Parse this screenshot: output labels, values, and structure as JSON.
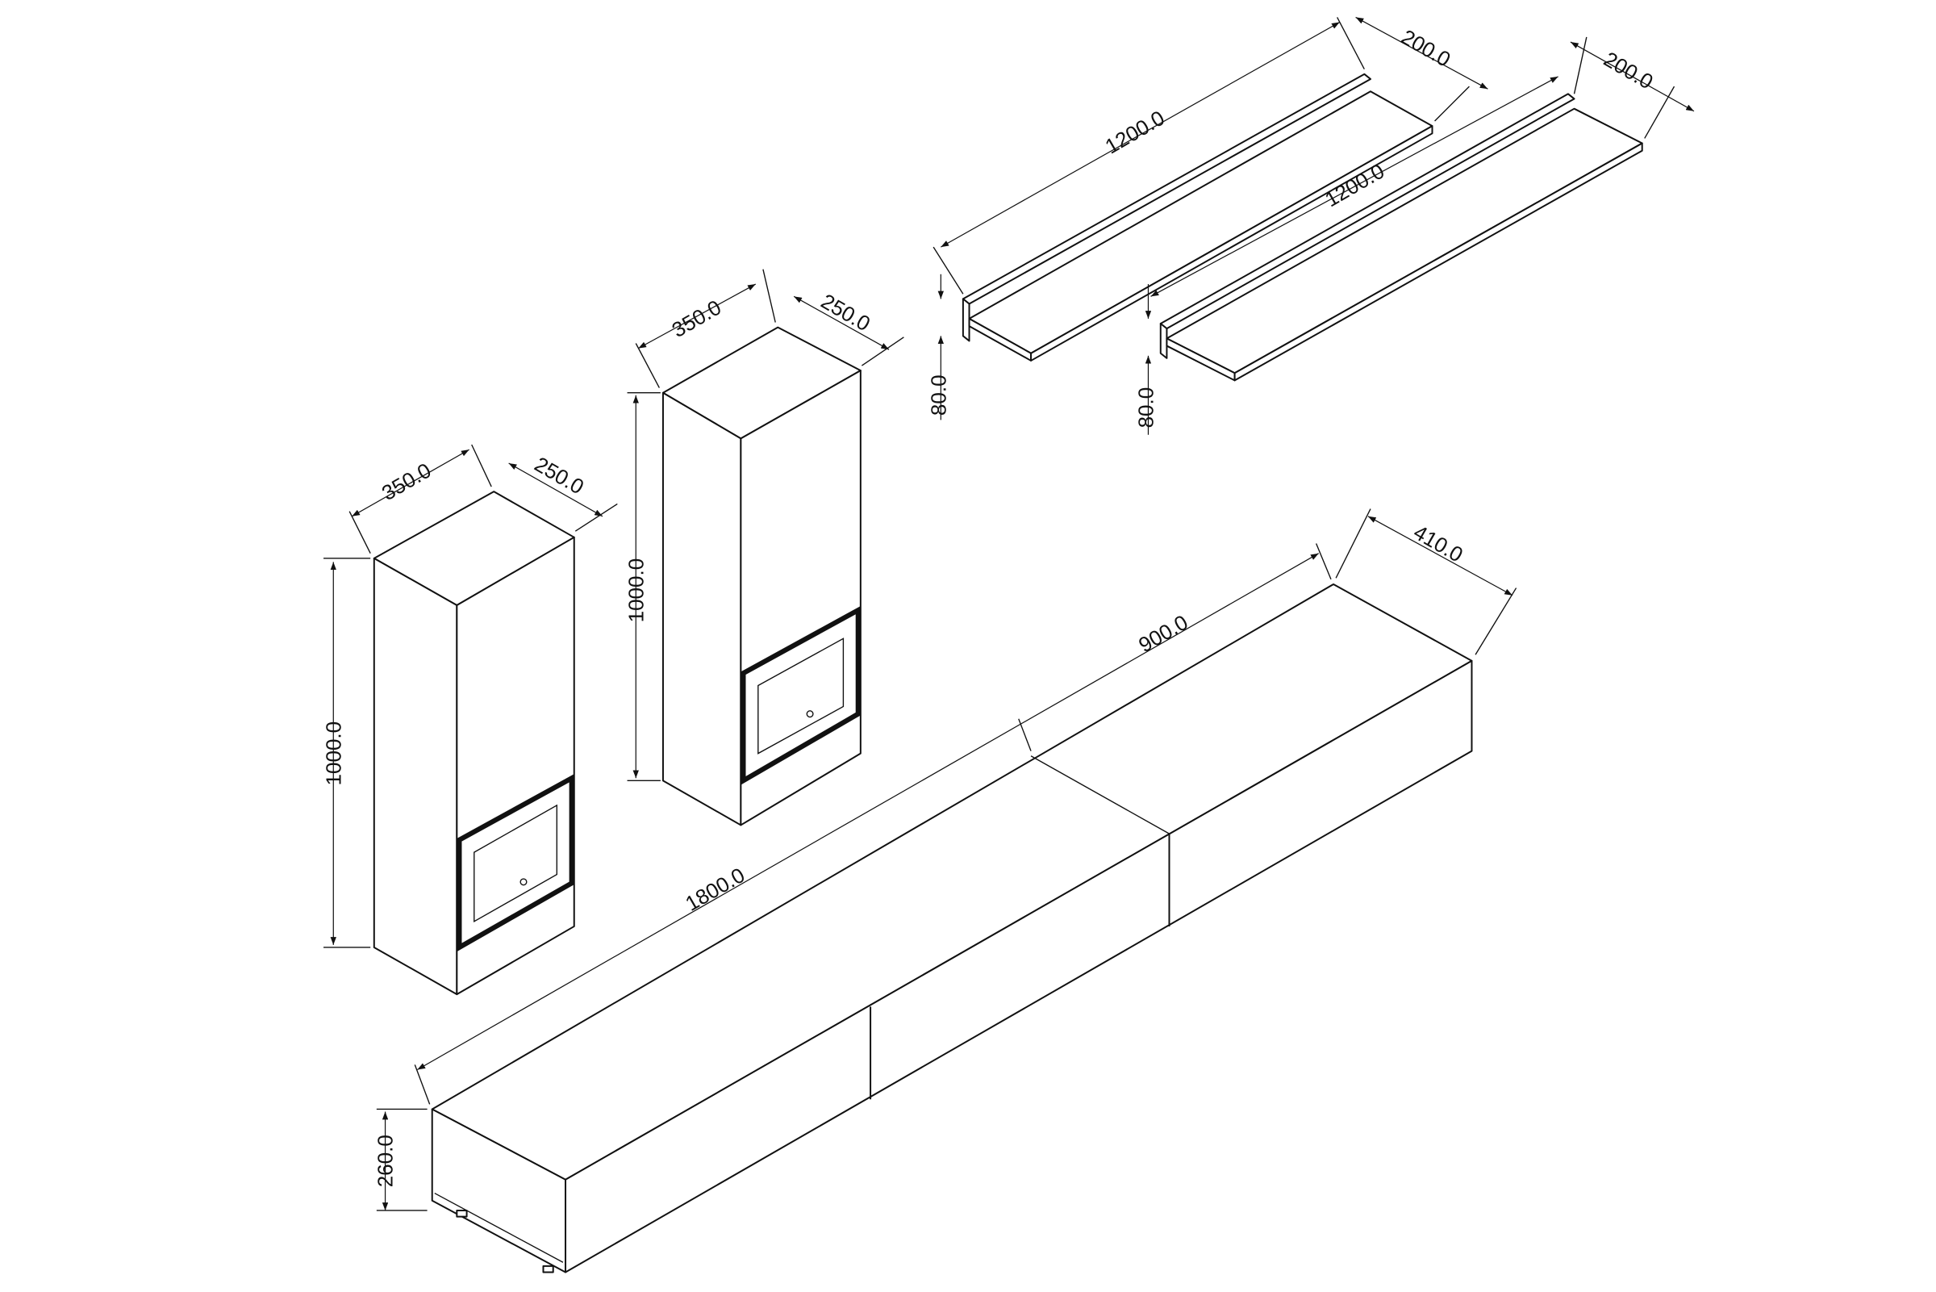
{
  "drawing": {
    "units": "mm",
    "line_color": "#111111",
    "background": "#ffffff"
  },
  "left_cabinet": {
    "width": "350.0",
    "depth": "250.0",
    "height": "1000.0"
  },
  "middle_cabinet": {
    "width": "350.0",
    "depth": "250.0",
    "height": "1000.0"
  },
  "shelf_1": {
    "length": "1200.0",
    "depth": "200.0",
    "height": "80.0"
  },
  "shelf_2": {
    "length": "1200.0",
    "depth": "200.0",
    "height": "80.0"
  },
  "tv_unit": {
    "length": "1800.0",
    "section": "900.0",
    "depth": "410.0",
    "height": "260.0"
  }
}
